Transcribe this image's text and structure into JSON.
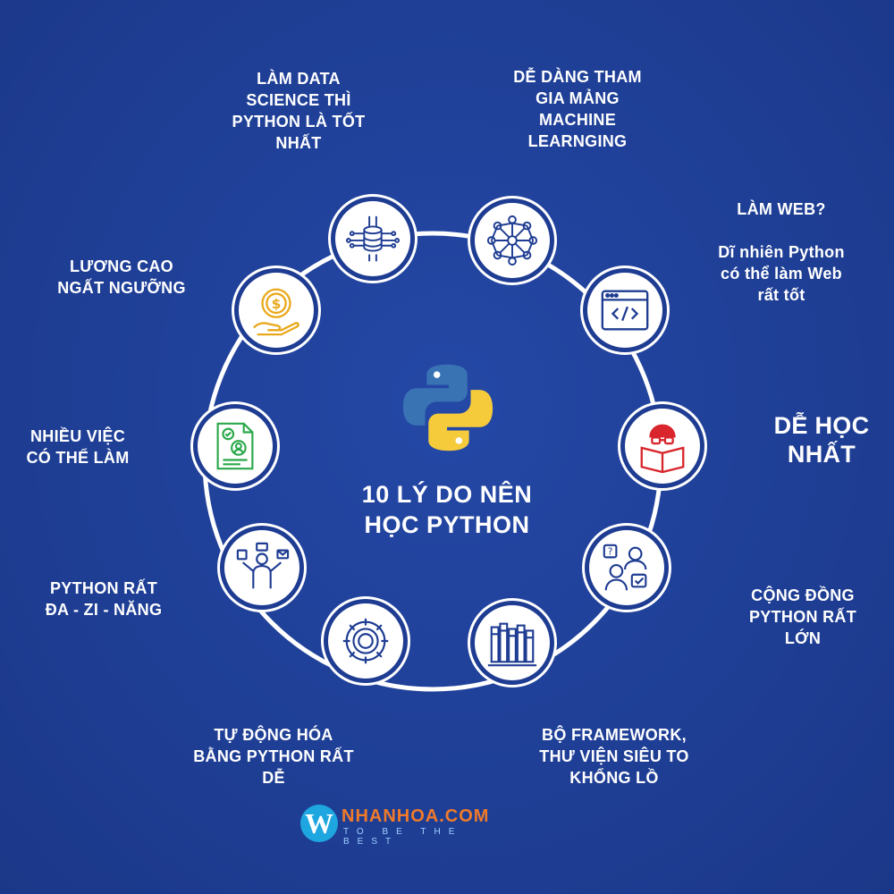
{
  "title": "10 LÝ DO NÊN\nHỌC PYTHON",
  "reasons": [
    {
      "text": "LÀM DATA\nSCIENCE THÌ\nPYTHON LÀ TỐT\nNHẤT",
      "icon": "database-circuit-icon"
    },
    {
      "text": "DỄ DÀNG THAM\nGIA MẢNG\nMACHINE\nLEARNGING",
      "icon": "neural-network-icon"
    },
    {
      "text": "LÀM WEB?\n\nDĩ nhiên Python\ncó thể làm Web\nrất tốt",
      "icon": "web-code-icon"
    },
    {
      "text": "DỄ HỌC\nNHẤT",
      "icon": "reading-person-icon"
    },
    {
      "text": "CỘNG ĐỒNG\nPYTHON RẤT\nLỚN",
      "icon": "community-question-icon"
    },
    {
      "text": "BỘ FRAMEWORK,\nTHƯ VIỆN SIÊU TO\nKHỔNG LỒ",
      "icon": "library-books-icon"
    },
    {
      "text": "TỰ ĐỘNG HÓA\nBẰNG PYTHON RẤT\nDỄ",
      "icon": "gear-automation-icon"
    },
    {
      "text": "PYTHON RẤT\nĐA - ZI - NĂNG",
      "icon": "multitask-person-icon"
    },
    {
      "text": "NHIỀU VIỆC\nCÓ THỂ LÀM",
      "icon": "job-profile-icon"
    },
    {
      "text": "LƯƠNG CAO\nNGẤT NGƯỠNG",
      "icon": "dollar-salary-icon"
    }
  ],
  "brand": {
    "logo_letter": "W",
    "name": "NHANHOA.COM",
    "tagline": "TO BE THE BEST"
  },
  "colors": {
    "background": "#1f3f96",
    "ring": "#ffffff",
    "icon_navy": "#1e3c92",
    "icon_gold": "#e9a91c",
    "icon_red": "#d8262c",
    "icon_green": "#2aa84a",
    "python_blue": "#3a73b4",
    "python_yellow": "#f5cb3c",
    "brand_orange": "#f07a2a"
  }
}
